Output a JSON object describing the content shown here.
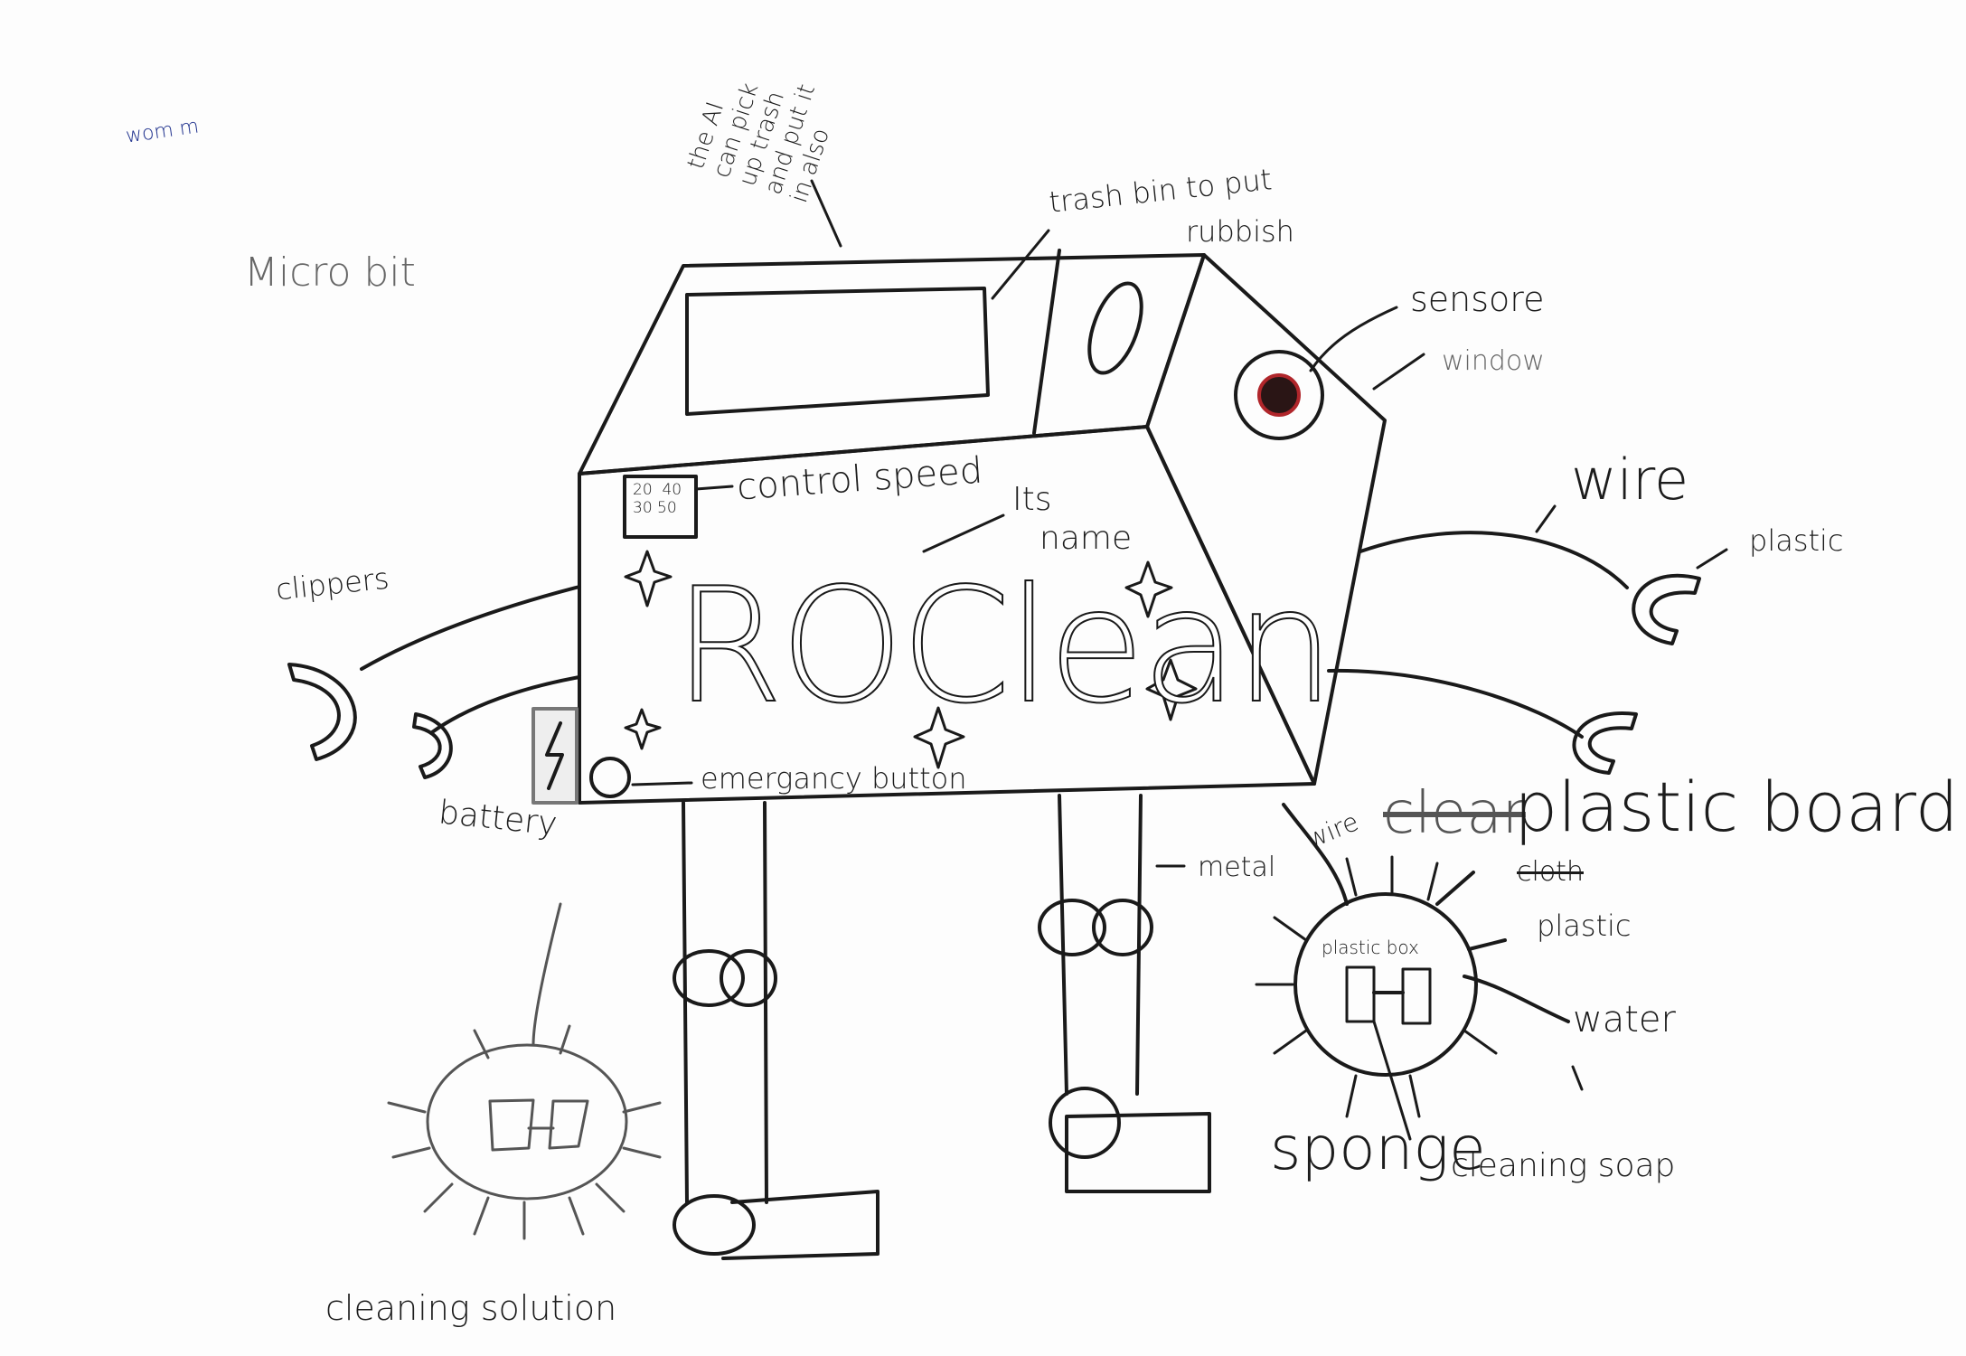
{
  "colors": {
    "ink": "#1a1a1a",
    "pencil": "#6e6e6e",
    "blue_pen": "#1d2f8c",
    "sensor_red": "#b0262b",
    "paper": "#fdfdfd"
  },
  "doodle_top_left": "wom m",
  "labels": {
    "microbit": "Micro bit",
    "ai_note": [
      "the AI",
      "can pick",
      "up trash",
      "and put it",
      "in also"
    ],
    "trash_bin": "trash bin to put",
    "trash_bin_2": "rubbish",
    "sensor": "sensore",
    "window": "window",
    "wire_right": "wire",
    "plastic_right": "plastic",
    "clippers": "clippers",
    "battery": "battery",
    "control_speed": "control speed",
    "its_name": "Its",
    "its_name_2": "name",
    "robot_name": "ROClean",
    "emergency_button": "emergancy button",
    "wire_bottom": "wire",
    "metal": "metal",
    "crossed_word": "clear",
    "plastic_board": "plastic board",
    "cloth_crossed": "cloth",
    "plastic_bottom": "plastic",
    "plastic_box": "plastic box",
    "water": "water",
    "sponge": "sponge",
    "cleaning_soap": "cleaning soap",
    "cleaning_solution": "cleaning solution"
  },
  "speed_values": [
    "20",
    "40",
    "30",
    "50"
  ]
}
